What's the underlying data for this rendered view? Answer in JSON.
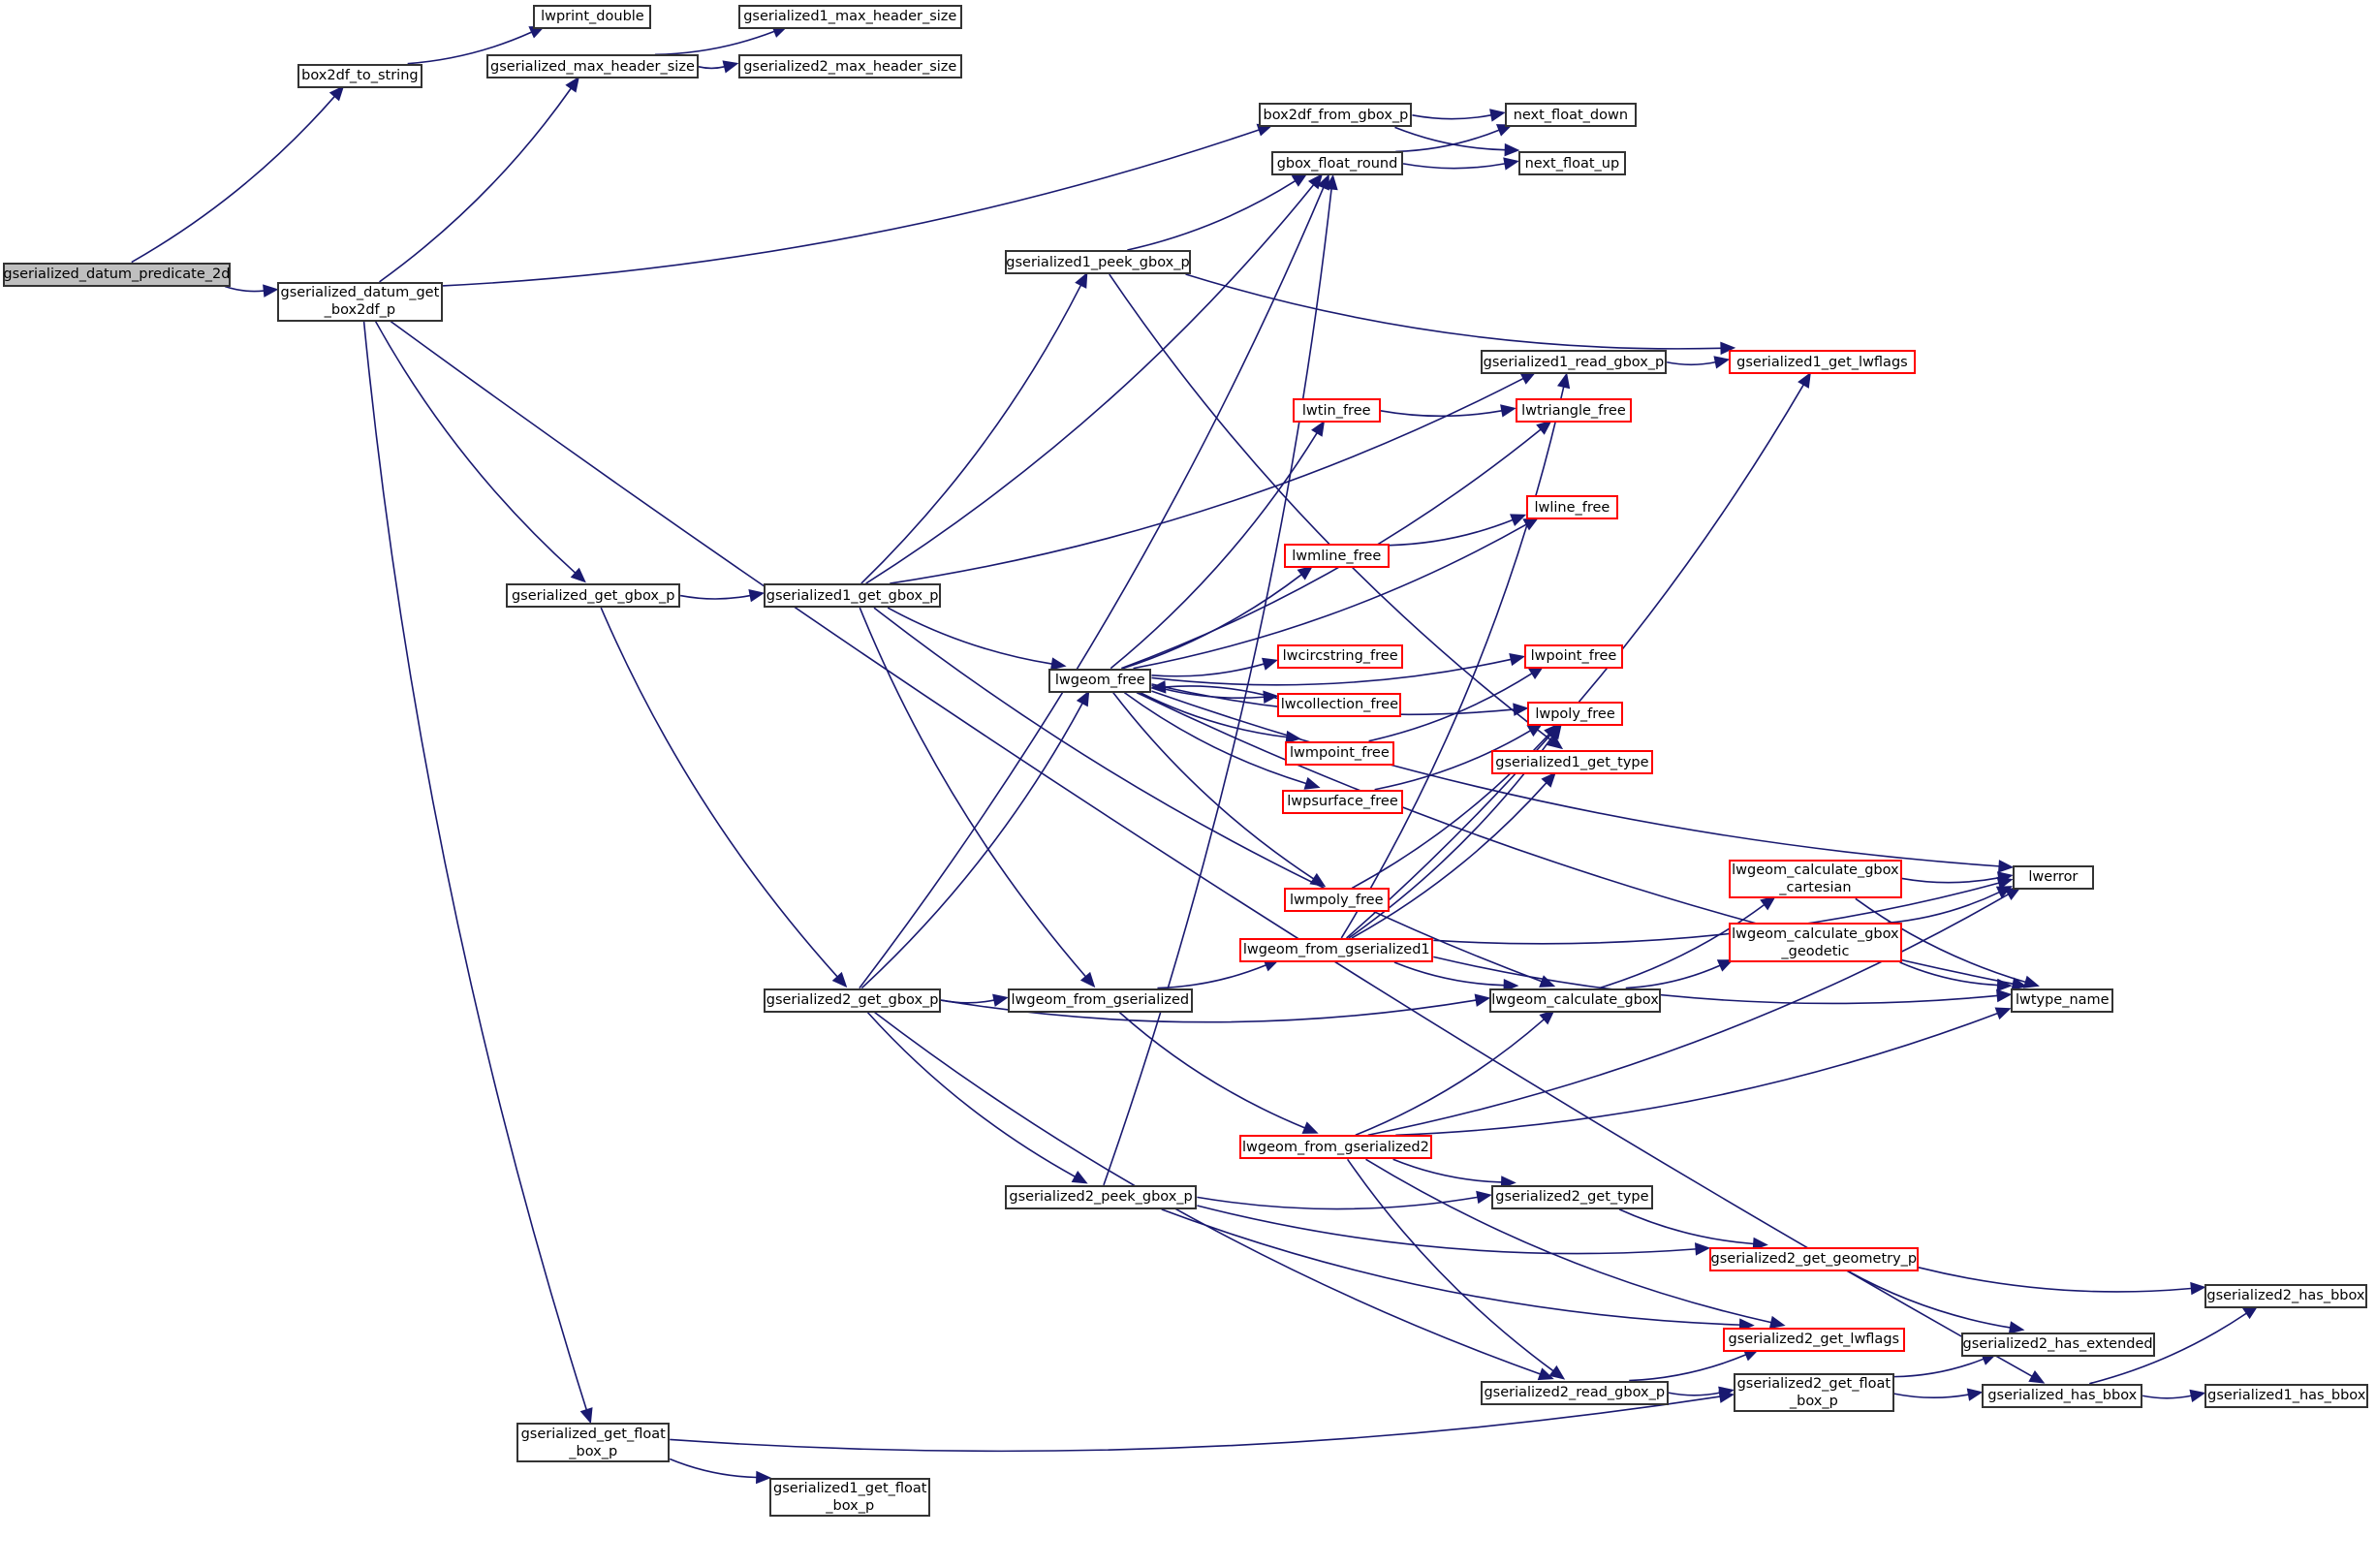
{
  "graph": {
    "title": "gserialized_datum_predicate_2d call graph",
    "colors": {
      "edge": "#191970",
      "node_border": "#333333",
      "truncated_border": "#ff0000",
      "root_fill": "#bfbfbf"
    },
    "nodes": [
      {
        "id": "n0",
        "label": "gserialized_datum_predicate_2d",
        "kind": "root"
      },
      {
        "id": "n1",
        "label": "box2df_to_string",
        "kind": "normal"
      },
      {
        "id": "n2",
        "label": "lwprint_double",
        "kind": "normal"
      },
      {
        "id": "n3",
        "label": "gserialized_datum_get\n_box2df_p",
        "kind": "normal"
      },
      {
        "id": "n4",
        "label": "gserialized_max_header_size",
        "kind": "normal"
      },
      {
        "id": "n5",
        "label": "gserialized1_max_header_size",
        "kind": "normal"
      },
      {
        "id": "n6",
        "label": "gserialized2_max_header_size",
        "kind": "normal"
      },
      {
        "id": "n7",
        "label": "box2df_from_gbox_p",
        "kind": "normal"
      },
      {
        "id": "n8",
        "label": "next_float_down",
        "kind": "normal"
      },
      {
        "id": "n9",
        "label": "gbox_float_round",
        "kind": "normal"
      },
      {
        "id": "n10",
        "label": "next_float_up",
        "kind": "normal"
      },
      {
        "id": "n11",
        "label": "gserialized1_peek_gbox_p",
        "kind": "normal"
      },
      {
        "id": "n12",
        "label": "gserialized1_read_gbox_p",
        "kind": "normal"
      },
      {
        "id": "n13",
        "label": "gserialized1_get_lwflags",
        "kind": "truncated"
      },
      {
        "id": "n14",
        "label": "lwtin_free",
        "kind": "truncated"
      },
      {
        "id": "n15",
        "label": "lwtriangle_free",
        "kind": "truncated"
      },
      {
        "id": "n16",
        "label": "lwline_free",
        "kind": "truncated"
      },
      {
        "id": "n17",
        "label": "lwmline_free",
        "kind": "truncated"
      },
      {
        "id": "n18",
        "label": "gserialized_get_gbox_p",
        "kind": "normal"
      },
      {
        "id": "n19",
        "label": "gserialized1_get_gbox_p",
        "kind": "normal"
      },
      {
        "id": "n20",
        "label": "lwpoint_free",
        "kind": "truncated"
      },
      {
        "id": "n21",
        "label": "lwcircstring_free",
        "kind": "truncated"
      },
      {
        "id": "n22",
        "label": "lwgeom_free",
        "kind": "normal"
      },
      {
        "id": "n23",
        "label": "lwcollection_free",
        "kind": "truncated"
      },
      {
        "id": "n24",
        "label": "lwpoly_free",
        "kind": "truncated"
      },
      {
        "id": "n25",
        "label": "lwmpoint_free",
        "kind": "truncated"
      },
      {
        "id": "n26",
        "label": "gserialized1_get_type",
        "kind": "truncated"
      },
      {
        "id": "n27",
        "label": "lwpsurface_free",
        "kind": "truncated"
      },
      {
        "id": "n28",
        "label": "lwgeom_calculate_gbox\n_cartesian",
        "kind": "truncated"
      },
      {
        "id": "n29",
        "label": "lwerror",
        "kind": "normal"
      },
      {
        "id": "n30",
        "label": "lwmpoly_free",
        "kind": "truncated"
      },
      {
        "id": "n31",
        "label": "lwgeom_calculate_gbox\n_geodetic",
        "kind": "truncated"
      },
      {
        "id": "n32",
        "label": "lwgeom_from_gserialized1",
        "kind": "truncated"
      },
      {
        "id": "n33",
        "label": "gserialized2_get_gbox_p",
        "kind": "normal"
      },
      {
        "id": "n34",
        "label": "lwgeom_from_gserialized",
        "kind": "normal"
      },
      {
        "id": "n35",
        "label": "lwgeom_calculate_gbox",
        "kind": "normal"
      },
      {
        "id": "n36",
        "label": "lwtype_name",
        "kind": "normal"
      },
      {
        "id": "n37",
        "label": "lwgeom_from_gserialized2",
        "kind": "truncated"
      },
      {
        "id": "n38",
        "label": "gserialized2_peek_gbox_p",
        "kind": "normal"
      },
      {
        "id": "n39",
        "label": "gserialized2_get_type",
        "kind": "normal"
      },
      {
        "id": "n40",
        "label": "gserialized2_get_geometry_p",
        "kind": "truncated"
      },
      {
        "id": "n41",
        "label": "gserialized2_has_bbox",
        "kind": "normal"
      },
      {
        "id": "n42",
        "label": "gserialized2_get_lwflags",
        "kind": "truncated"
      },
      {
        "id": "n43",
        "label": "gserialized2_has_extended",
        "kind": "normal"
      },
      {
        "id": "n44",
        "label": "gserialized2_read_gbox_p",
        "kind": "normal"
      },
      {
        "id": "n45",
        "label": "gserialized2_get_float\n_box_p",
        "kind": "normal"
      },
      {
        "id": "n46",
        "label": "gserialized_has_bbox",
        "kind": "normal"
      },
      {
        "id": "n47",
        "label": "gserialized1_has_bbox",
        "kind": "normal"
      },
      {
        "id": "n48",
        "label": "gserialized_get_float\n_box_p",
        "kind": "normal"
      },
      {
        "id": "n49",
        "label": "gserialized1_get_float\n_box_p",
        "kind": "normal"
      }
    ],
    "edges": [
      [
        "n0",
        "n1"
      ],
      [
        "n0",
        "n3"
      ],
      [
        "n1",
        "n2"
      ],
      [
        "n3",
        "n4"
      ],
      [
        "n3",
        "n7"
      ],
      [
        "n3",
        "n18"
      ],
      [
        "n3",
        "n48"
      ],
      [
        "n3",
        "n46"
      ],
      [
        "n4",
        "n5"
      ],
      [
        "n4",
        "n6"
      ],
      [
        "n7",
        "n8"
      ],
      [
        "n7",
        "n10"
      ],
      [
        "n9",
        "n8"
      ],
      [
        "n9",
        "n10"
      ],
      [
        "n11",
        "n9"
      ],
      [
        "n11",
        "n13"
      ],
      [
        "n11",
        "n26"
      ],
      [
        "n12",
        "n13"
      ],
      [
        "n14",
        "n15"
      ],
      [
        "n17",
        "n16"
      ],
      [
        "n18",
        "n19"
      ],
      [
        "n18",
        "n33"
      ],
      [
        "n19",
        "n9"
      ],
      [
        "n19",
        "n11"
      ],
      [
        "n19",
        "n12"
      ],
      [
        "n19",
        "n22"
      ],
      [
        "n19",
        "n34"
      ],
      [
        "n19",
        "n35"
      ],
      [
        "n22",
        "n29"
      ],
      [
        "n22",
        "n15"
      ],
      [
        "n22",
        "n14"
      ],
      [
        "n22",
        "n16"
      ],
      [
        "n22",
        "n17"
      ],
      [
        "n22",
        "n20"
      ],
      [
        "n22",
        "n21"
      ],
      [
        "n22",
        "n23"
      ],
      [
        "n22",
        "n25"
      ],
      [
        "n22",
        "n27"
      ],
      [
        "n22",
        "n24"
      ],
      [
        "n22",
        "n30"
      ],
      [
        "n22",
        "n36"
      ],
      [
        "n23",
        "n22"
      ],
      [
        "n25",
        "n20"
      ],
      [
        "n27",
        "n24"
      ],
      [
        "n30",
        "n24"
      ],
      [
        "n28",
        "n29"
      ],
      [
        "n28",
        "n36"
      ],
      [
        "n31",
        "n29"
      ],
      [
        "n31",
        "n36"
      ],
      [
        "n32",
        "n12"
      ],
      [
        "n32",
        "n13"
      ],
      [
        "n32",
        "n26"
      ],
      [
        "n32",
        "n24"
      ],
      [
        "n32",
        "n29"
      ],
      [
        "n32",
        "n35"
      ],
      [
        "n32",
        "n36"
      ],
      [
        "n33",
        "n9"
      ],
      [
        "n33",
        "n22"
      ],
      [
        "n33",
        "n34"
      ],
      [
        "n33",
        "n35"
      ],
      [
        "n33",
        "n38"
      ],
      [
        "n33",
        "n44"
      ],
      [
        "n34",
        "n32"
      ],
      [
        "n34",
        "n37"
      ],
      [
        "n35",
        "n28"
      ],
      [
        "n35",
        "n31"
      ],
      [
        "n37",
        "n35"
      ],
      [
        "n37",
        "n29"
      ],
      [
        "n37",
        "n36"
      ],
      [
        "n37",
        "n39"
      ],
      [
        "n37",
        "n42"
      ],
      [
        "n37",
        "n44"
      ],
      [
        "n38",
        "n9"
      ],
      [
        "n38",
        "n39"
      ],
      [
        "n38",
        "n40"
      ],
      [
        "n38",
        "n42"
      ],
      [
        "n39",
        "n40"
      ],
      [
        "n40",
        "n41"
      ],
      [
        "n40",
        "n43"
      ],
      [
        "n44",
        "n42"
      ],
      [
        "n44",
        "n45"
      ],
      [
        "n45",
        "n43"
      ],
      [
        "n45",
        "n46"
      ],
      [
        "n46",
        "n41"
      ],
      [
        "n46",
        "n47"
      ],
      [
        "n48",
        "n45"
      ],
      [
        "n48",
        "n49"
      ]
    ]
  }
}
